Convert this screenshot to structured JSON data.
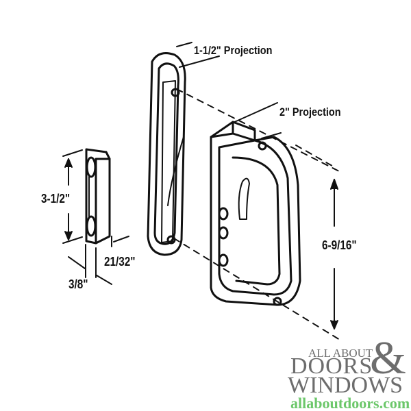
{
  "diagram": {
    "labels": {
      "projection_small": "1-1/2\" Projection",
      "projection_large": "2\" Projection",
      "height_strike": "3-1/2\"",
      "depth_strike": "21/32\"",
      "width_strike": "3/8\"",
      "height_handle": "6-9/16\""
    },
    "parts": [
      "keeper-strike",
      "exterior-pull",
      "interior-handle"
    ]
  },
  "logo": {
    "line1": "ALL ABOUT",
    "line2": "DOORS",
    "ampersand": "&",
    "line3": "WINDOWS",
    "url": "allaboutdoors.com",
    "text_color": "#6d6d6d",
    "url_color": "#6cc76a"
  }
}
